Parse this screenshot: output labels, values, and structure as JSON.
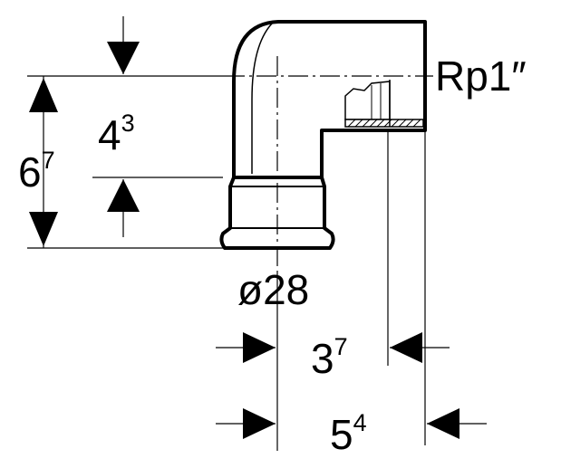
{
  "labels": {
    "thread": "Rp1″",
    "pipe_diameter": "ø28",
    "height_total": {
      "base": "6",
      "sup": "7"
    },
    "height_upper": {
      "base": "4",
      "sup": "3"
    },
    "offset_inner": {
      "base": "3",
      "sup": "7"
    },
    "offset_outer": {
      "base": "5",
      "sup": "4"
    }
  },
  "colors": {
    "line": "#000000",
    "background": "#ffffff"
  }
}
